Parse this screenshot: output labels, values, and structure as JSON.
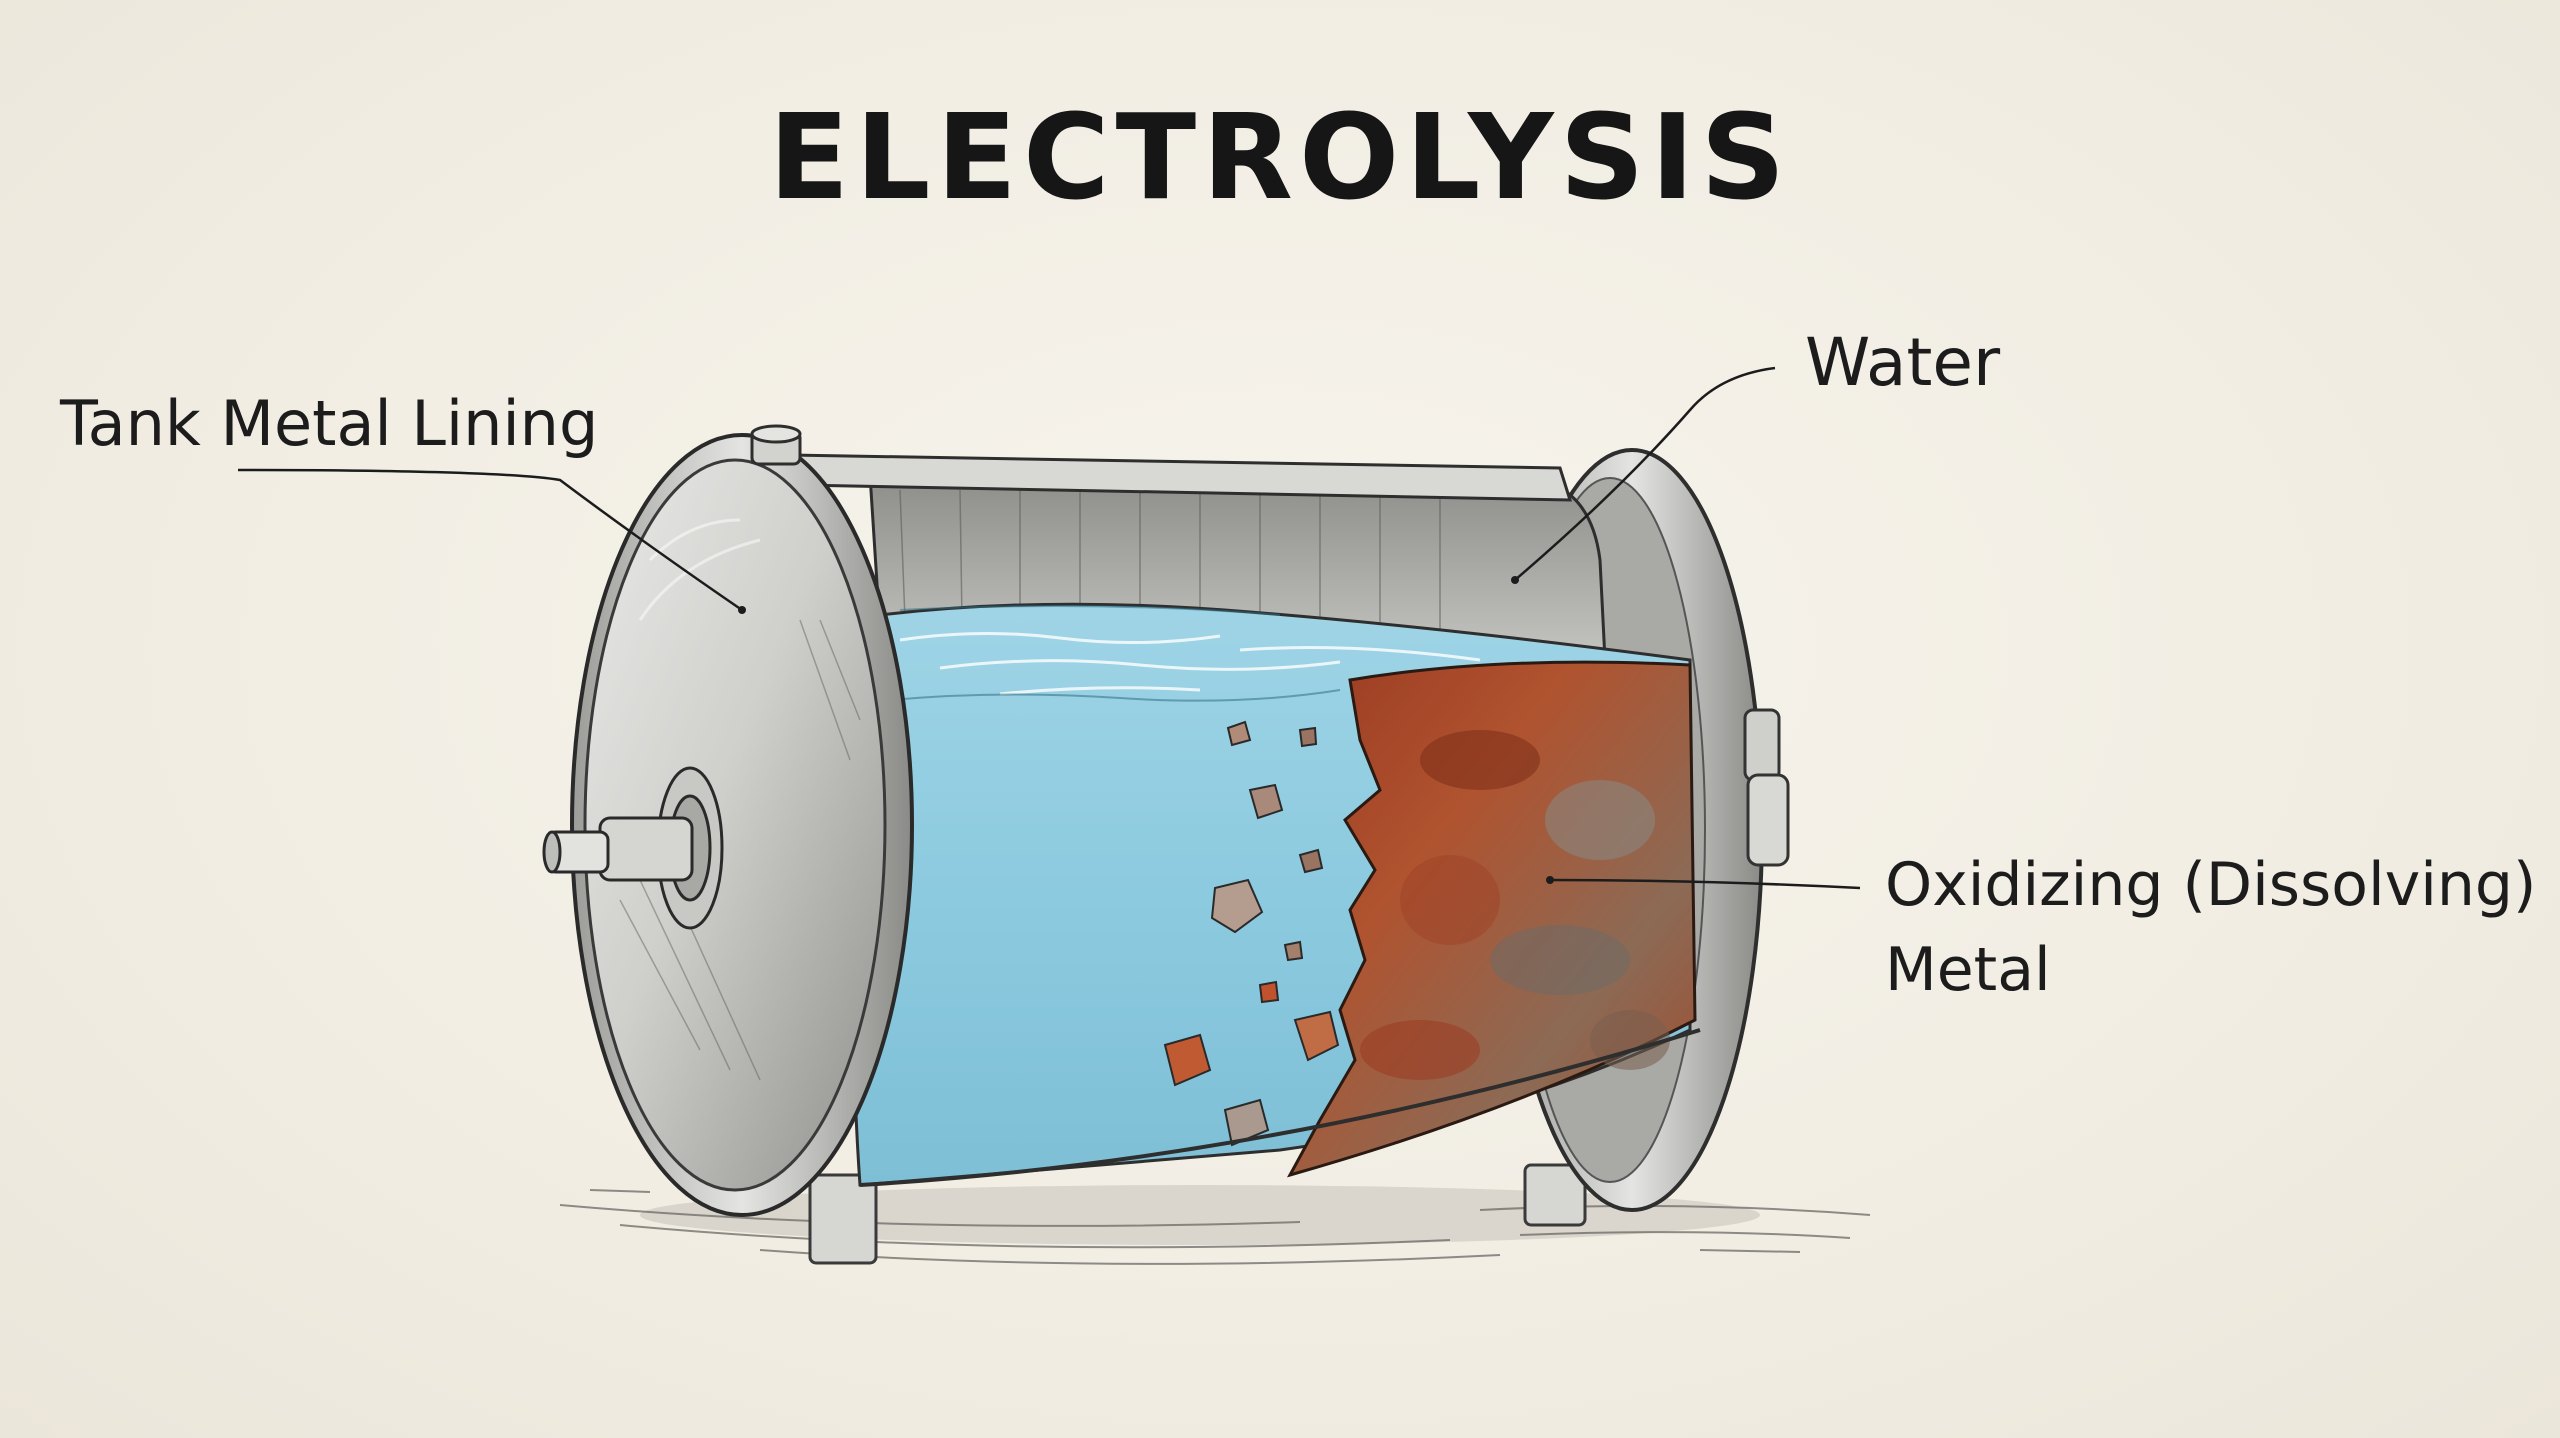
{
  "diagram": {
    "title": "ELECTROLYSIS",
    "labels": {
      "tank_lining": "Tank Metal Lining",
      "water": "Water",
      "oxidizing_line1": "Oxidizing (Dissolving)",
      "oxidizing_line2": "Metal"
    }
  },
  "colors": {
    "background": "#f2efe6",
    "ink": "#1c1c1c",
    "steel": "#c9c9c7",
    "water": "#8fcbe0",
    "rust": "#a8482a"
  }
}
